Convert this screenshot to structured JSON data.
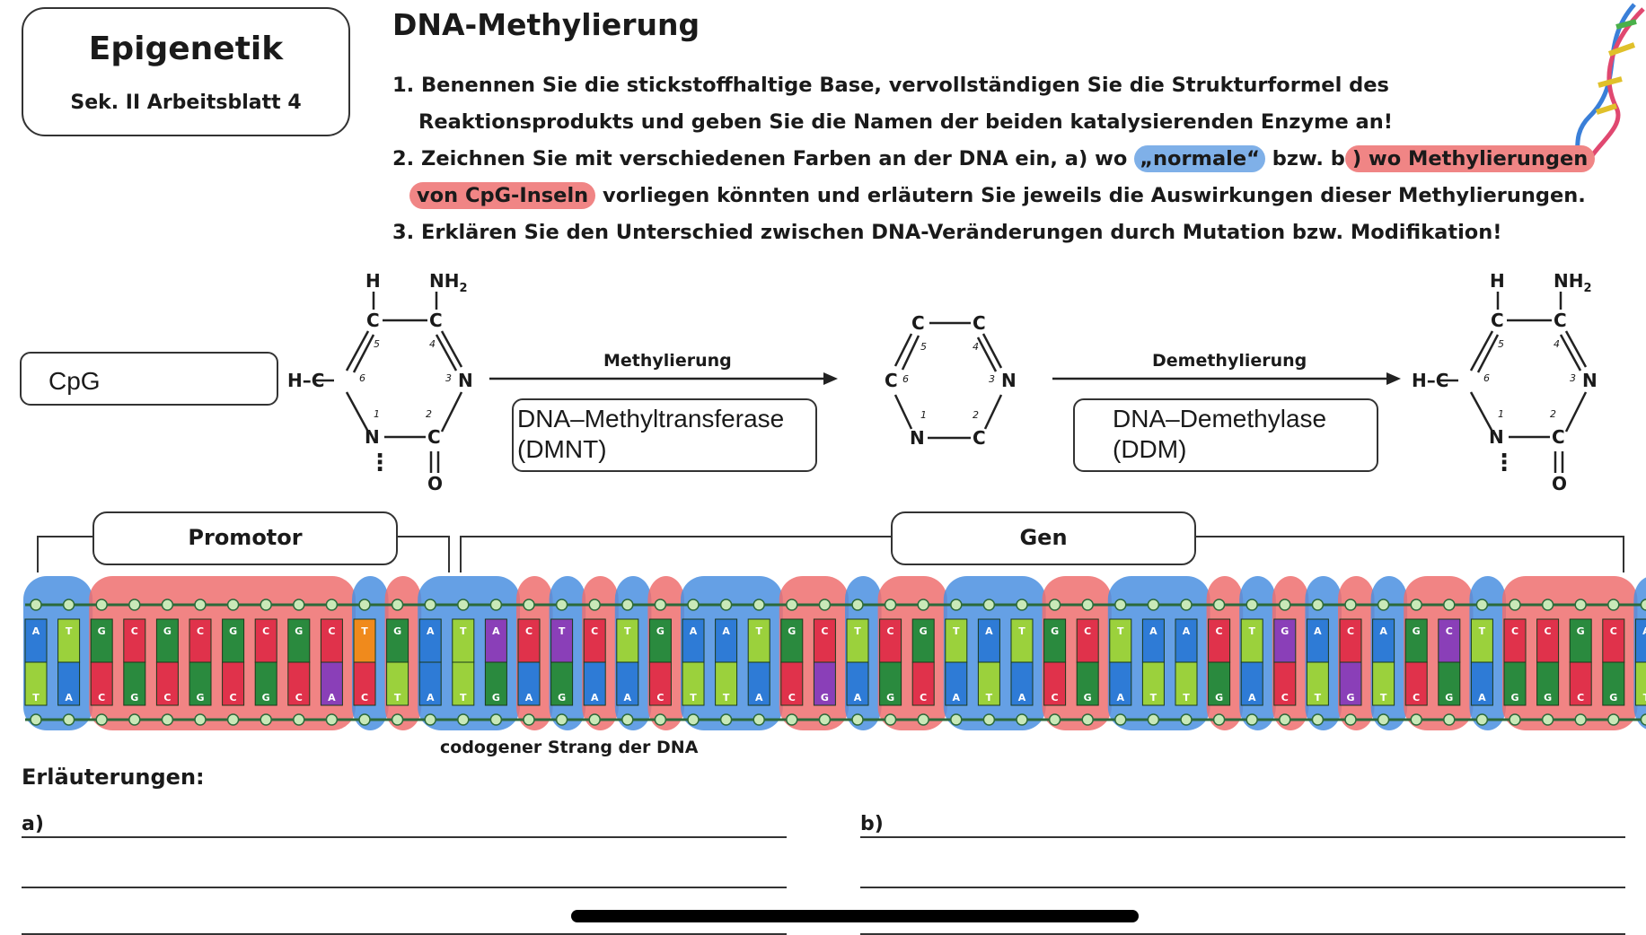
{
  "header": {
    "title": "Epigenetik",
    "subtitle": "Sek. II   Arbeitsblatt 4"
  },
  "page_title": "DNA-Methylierung",
  "tasks": {
    "t1_line1": "1. Benennen Sie die stickstoffhaltige Base, vervollständigen Sie die Strukturformel des",
    "t1_line2": "Reaktionsprodukts und geben Sie die Namen der beiden katalysierenden Enzyme an!",
    "t2_pre": "2. Zeichnen Sie mit verschiedenen Farben an der DNA ein, a) wo ",
    "t2_normal": "„normale“",
    "t2_mid": " bzw. b",
    "t2_methyl": ") wo Methylierungen",
    "t2_cpg": "von CpG-Inseln",
    "t2_post": " vorliegen könnten und erläutern Sie jeweils die Auswirkungen dieser Methylierungen.",
    "t3": "3. Erklären Sie den Unterschied zwischen DNA-Veränderungen durch Mutation bzw. Modifikation!"
  },
  "reaction": {
    "answer_base": "CpG",
    "arrow1_label": "Methylierung",
    "enzyme1_line1": "DNA–Methyltransferase",
    "enzyme1_line2": "(DMNT)",
    "arrow2_label": "Demethylierung",
    "enzyme2_line1": "DNA–Demethylase",
    "enzyme2_line2": "(DDM)"
  },
  "atoms": {
    "H": "H",
    "NH2": "NH",
    "two": "2",
    "C": "C",
    "N": "N",
    "O": "O",
    "H_C": "H–C",
    "bond_single": "|",
    "bond_double": "‖",
    "dots": "⋮"
  },
  "ring_numbers": {
    "n1": "1",
    "n2": "2",
    "n3": "3",
    "n4": "4",
    "n5": "5",
    "n6": "6"
  },
  "dna": {
    "promoter_label": "Promotor",
    "gene_label": "Gen",
    "strand_caption": "codogener Strang der DNA",
    "top_bases": [
      "A",
      "T",
      "G",
      "C",
      "G",
      "C",
      "G",
      "C",
      "G",
      "C",
      "T",
      "G",
      "A",
      "T",
      "A",
      "C",
      "T",
      "C",
      "T",
      "G",
      "A",
      "A",
      "T",
      "G",
      "C",
      "T",
      "C",
      "G",
      "T",
      "A",
      "T",
      "G",
      "C",
      "T",
      "A",
      "A",
      "C",
      "T",
      "G",
      "A",
      "C",
      "A",
      "G",
      "C",
      "T",
      "C",
      "C",
      "G",
      "C",
      "A"
    ],
    "bottom_bases": [
      "T",
      "A",
      "C",
      "G",
      "C",
      "G",
      "C",
      "G",
      "C",
      "A",
      "C",
      "T",
      "A",
      "T",
      "G",
      "A",
      "G",
      "A",
      "A",
      "C",
      "T",
      "T",
      "A",
      "C",
      "G",
      "A",
      "G",
      "C",
      "A",
      "T",
      "A",
      "C",
      "G",
      "A",
      "T",
      "T",
      "G",
      "A",
      "C",
      "T",
      "G",
      "T",
      "C",
      "G",
      "A",
      "G",
      "G",
      "C",
      "G",
      "T"
    ],
    "colors": {
      "A": "#2e7bd6",
      "T": "#9bd13c",
      "G": "#2a8a3e",
      "C": "#e0324b",
      "X": "#f08a1c",
      "P": "#8a3fb8"
    },
    "top_special": {
      "10": "X",
      "14": "P",
      "16": "P",
      "38": "P",
      "43": "P"
    },
    "bottom_special": {
      "9": "P",
      "24": "P",
      "40": "P"
    },
    "highlight_blue": "#4a8fe0",
    "highlight_red": "#ee6e6e"
  },
  "answers": {
    "heading": "Erläuterungen:",
    "a_label": "a)",
    "b_label": "b)"
  }
}
